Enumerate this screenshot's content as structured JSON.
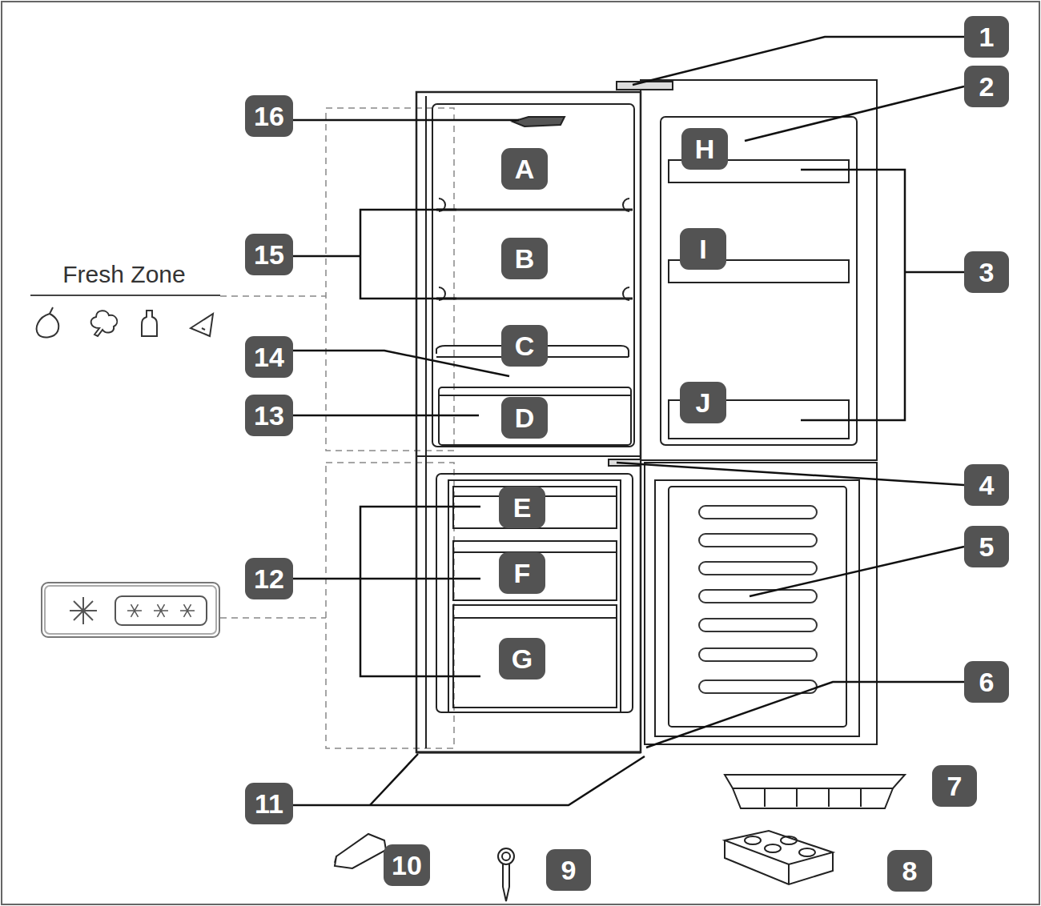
{
  "diagram": {
    "nodes": [
      {
        "text": [
          "1"
        ]
      },
      {
        "text": [
          "2"
        ]
      },
      {
        "text": [
          "16"
        ]
      },
      {
        "text": [
          "H"
        ]
      },
      {
        "text": [
          "A"
        ]
      },
      {
        "text": [
          "15"
        ]
      },
      {
        "text": [
          "I"
        ]
      },
      {
        "text": [
          "B"
        ]
      },
      {
        "text": [
          "3"
        ]
      },
      {
        "text": [
          "C"
        ]
      },
      {
        "text": [
          "14"
        ]
      },
      {
        "text": [
          "J"
        ]
      },
      {
        "text": [
          "13"
        ]
      },
      {
        "text": [
          "D"
        ]
      },
      {
        "text": [
          "4"
        ]
      },
      {
        "text": [
          "E"
        ]
      },
      {
        "text": [
          "5"
        ]
      },
      {
        "text": [
          "F"
        ]
      },
      {
        "text": [
          "12"
        ]
      },
      {
        "text": [
          "G"
        ]
      },
      {
        "text": [
          "6"
        ]
      },
      {
        "text": [
          "7"
        ]
      },
      {
        "text": [
          "11"
        ]
      },
      {
        "text": [
          "10"
        ]
      },
      {
        "text": [
          "9"
        ]
      },
      {
        "text": [
          "8"
        ]
      }
    ],
    "labels": [
      "Fresh Zone"
    ]
  }
}
